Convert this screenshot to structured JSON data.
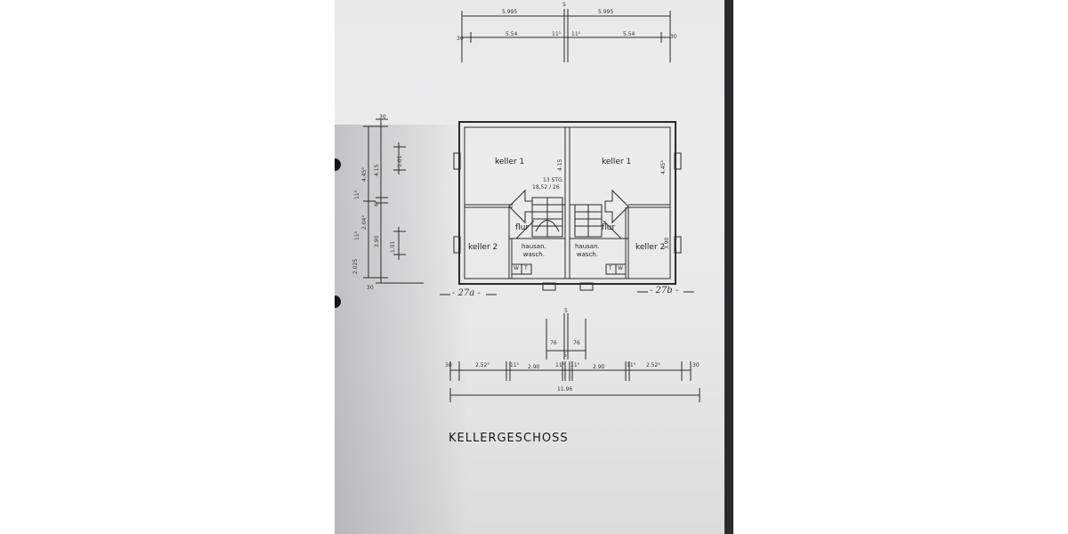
{
  "title": "KELLERGESCHOSS",
  "rooms": {
    "keller1_left": "keller 1",
    "keller1_right": "keller 1",
    "keller2_left": "keller 2",
    "keller2_right": "keller 2",
    "flur_left": "flur",
    "flur_right": "flur",
    "hausan_left": "hausan.",
    "wasch_left": "wasch.",
    "hausan_right": "hausan.",
    "wasch_right": "wasch."
  },
  "stair_note": {
    "line1": "13 STG.",
    "line2": "18,52 / 26"
  },
  "appliances": {
    "w_left": "W",
    "t_left": "T",
    "t_right": "T",
    "w_right": "W"
  },
  "house_labels": {
    "left": "- 27a -",
    "right": "- 27b -"
  },
  "top_dims": {
    "outer_left": "5.995",
    "outer_right": "5.995",
    "center_mark": "5",
    "wall_left": "30",
    "inner_left": "5.54",
    "half_left": "11⁵",
    "half_right": "11⁵",
    "inner_right": "5.54",
    "wall_right": "30"
  },
  "left_dims": {
    "top_wall": "30",
    "d_4_15": "4.15",
    "d_4_455": "4.45⁵",
    "d_11_5": "11⁵",
    "d_6_5": "6⁵",
    "d_2_04": "2.04⁵",
    "d_11_5b": "11⁵",
    "d_3_90": "3.90",
    "d_2_025": "2.025",
    "bottom_wall": "30",
    "window_1": "1.01",
    "window_2": "1.01"
  },
  "interior_dims": {
    "left_vertical": "4.15",
    "right_vertical": "4.45⁵",
    "keller2_vertical": "3.90"
  },
  "entry_dims": {
    "top": "5",
    "left": "76",
    "right": "76",
    "bottom": "5"
  },
  "bottom_dims": {
    "wall_left": "30",
    "d1": "2.52⁵",
    "d2": "11⁵",
    "d3": "2.90",
    "d4": "11⁵",
    "d5": "11⁵",
    "d6": "2.90",
    "d7": "11⁵",
    "d8": "2.52⁵",
    "wall_right": "30",
    "total": "11.96"
  }
}
